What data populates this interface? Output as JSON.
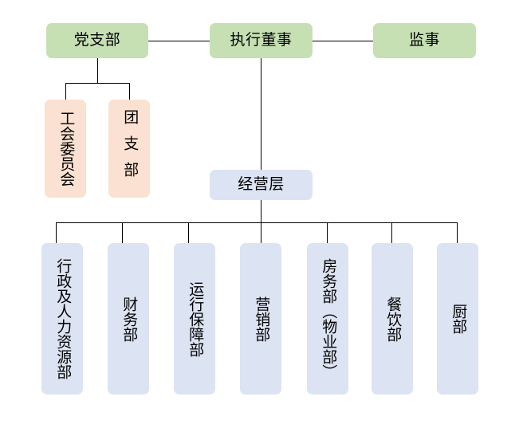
{
  "diagram": {
    "title_text": "",
    "colors": {
      "green": "#c6e0b4",
      "peach": "#fbe1d1",
      "blue": "#dce3f2",
      "line": "#000000",
      "background": "#ffffff",
      "text": "#000000"
    },
    "top_level": [
      {
        "id": "party-branch",
        "label": "党支部",
        "color": "green"
      },
      {
        "id": "executive-director",
        "label": "执行董事",
        "color": "green"
      },
      {
        "id": "supervisor",
        "label": "监事",
        "color": "green"
      }
    ],
    "party_children": [
      {
        "id": "labor-union-committee",
        "label": "工会委员会",
        "color": "peach"
      },
      {
        "id": "youth-league-branch",
        "label": "团支部",
        "color": "peach"
      }
    ],
    "management": {
      "id": "management-layer",
      "label": "经营层",
      "color": "blue"
    },
    "departments": [
      {
        "id": "admin-and-hr-department",
        "label": "行政及人力资源部",
        "color": "blue"
      },
      {
        "id": "finance-department",
        "label": "财务部",
        "color": "blue"
      },
      {
        "id": "operations-support-department",
        "label": "运行保障部",
        "color": "blue"
      },
      {
        "id": "marketing-department",
        "label": "营销部",
        "color": "blue"
      },
      {
        "id": "rooms-department",
        "label": "房务部（物业部）",
        "color": "blue"
      },
      {
        "id": "catering-department",
        "label": "餐饮部",
        "color": "blue"
      },
      {
        "id": "kitchen-department",
        "label": "厨部",
        "color": "blue"
      }
    ]
  }
}
